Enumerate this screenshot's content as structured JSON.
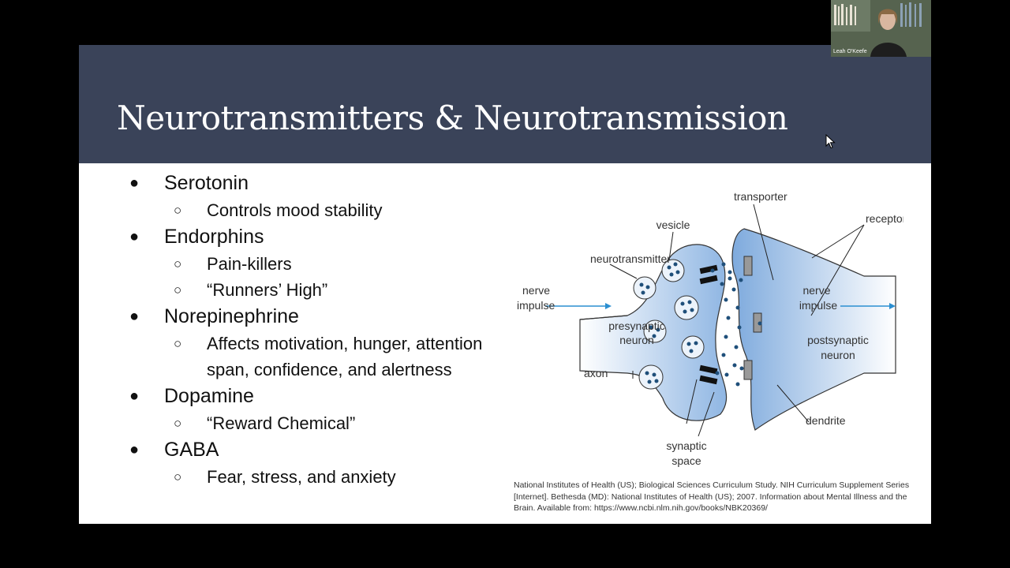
{
  "slide": {
    "title": "Neurotransmitters & Neurotransmission",
    "bullets": [
      {
        "label": "Serotonin",
        "subs": [
          "Controls mood stability"
        ]
      },
      {
        "label": "Endorphins",
        "subs": [
          "Pain-killers",
          "“Runners’ High”"
        ]
      },
      {
        "label": "Norepinephrine",
        "subs": [
          "Affects motivation, hunger, attention span, confidence, and alertness"
        ]
      },
      {
        "label": "Dopamine",
        "subs": [
          "“Reward Chemical”"
        ]
      },
      {
        "label": "GABA",
        "subs": [
          "Fear, stress, and anxiety"
        ]
      }
    ],
    "figure_labels": {
      "transporter": "transporter",
      "vesicle": "vesicle",
      "receptors": "receptors",
      "neurotransmitter": "neurotransmitter",
      "nerve_impulse_left_1": "nerve",
      "nerve_impulse_left_2": "impulse",
      "nerve_impulse_right_1": "nerve",
      "nerve_impulse_right_2": "impulse",
      "presynaptic_1": "presynaptic",
      "presynaptic_2": "neuron",
      "postsynaptic_1": "postsynaptic",
      "postsynaptic_2": "neuron",
      "axon": "axon",
      "dendrite": "dendrite",
      "synaptic_1": "synaptic",
      "synaptic_2": "space"
    },
    "citation": "National Institutes of Health (US); Biological Sciences Curriculum Study. NIH Curriculum Supplement Series [Internet]. Bethesda (MD): National Institutes of Health (US); 2007. Information about Mental Illness and the Brain. Available from: https://www.ncbi.nlm.nih.gov/books/NBK20369/"
  },
  "webcam": {
    "name": "Leah O'Keefe"
  },
  "colors": {
    "title_bar": "#3a4359",
    "neuron_fill": "#a9c8ea",
    "arrow": "#2b8fd1"
  }
}
